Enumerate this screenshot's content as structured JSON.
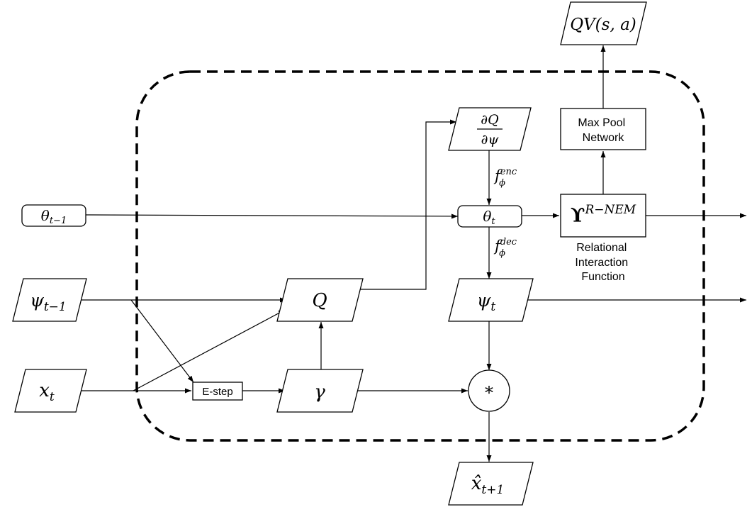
{
  "colors": {
    "stroke": "#000000",
    "fill": "#ffffff",
    "background": "#ffffff"
  },
  "inputs": {
    "theta_prev": {
      "base": "θ",
      "sub": "t−1"
    },
    "psi_prev": {
      "base": "ψ",
      "sub": "t−1"
    },
    "x_t": {
      "base": "x",
      "sub": "t"
    }
  },
  "nodes": {
    "q": "Q",
    "gamma": "γ",
    "e_step": "E-step",
    "dq_dpsi": {
      "numerator": "∂Q",
      "denominator": "∂ψ"
    },
    "f_enc": {
      "base": "f",
      "sub": "ϕ",
      "sup": "enc"
    },
    "f_dec": {
      "base": "f",
      "sub": "ϕ",
      "sup": "dec"
    },
    "theta_t": {
      "base": "θ",
      "sub": "t"
    },
    "psi_t": {
      "base": "ψ",
      "sub": "t"
    },
    "multiply": "*",
    "upsilon": {
      "base": "ϒ",
      "sup": "R−NEM"
    },
    "max_pool": [
      "Max Pool",
      "Network"
    ],
    "relational": [
      "Relational",
      "Interaction",
      "Function"
    ]
  },
  "outputs": {
    "qv": "QV(s, a)",
    "x_hat": {
      "base": "x̂",
      "sub": "t+1"
    }
  }
}
